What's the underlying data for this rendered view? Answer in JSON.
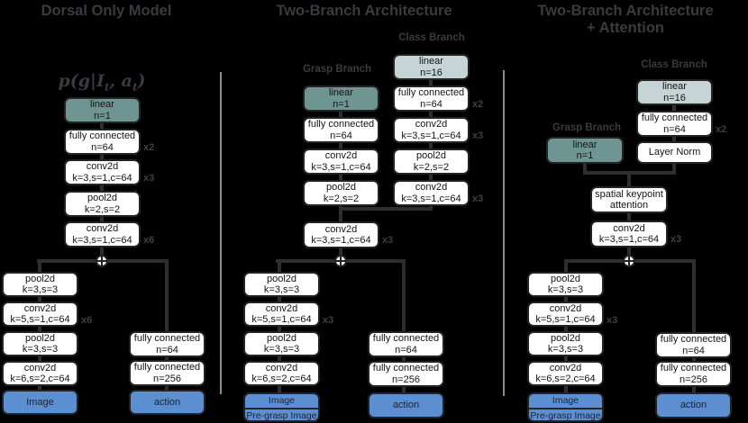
{
  "colors": {
    "background": "#000000",
    "box_fill": "#ffffff",
    "box_border": "#232323",
    "grasp_output_fill": "#6e9591",
    "class_output_fill": "#c7d4d6",
    "input_fill": "#5b8fd2",
    "heading_text": "#3a3a40",
    "connector": "#2e2e2e",
    "divider": "#8c8c8c"
  },
  "dorsal": {
    "title": "Dorsal Only Model",
    "formula": {
      "p1": "p(g|I",
      "s1": "t",
      "p2": ", a",
      "s2": "t",
      "p3": ")"
    },
    "main": [
      {
        "name": "linear",
        "params": "n=1"
      },
      {
        "name": "fully connected",
        "params": "n=64",
        "rep": "x2"
      },
      {
        "name": "conv2d",
        "params": "k=3,s=1,c=64",
        "rep": "x3"
      },
      {
        "name": "pool2d",
        "params": "k=2,s=2"
      },
      {
        "name": "conv2d",
        "params": "k=3,s=1,c=64",
        "rep": "x6"
      }
    ],
    "image_branch": [
      {
        "name": "pool2d",
        "params": "k=3,s=3"
      },
      {
        "name": "conv2d",
        "params": "k=5,s=1,c=64",
        "rep": "x6"
      },
      {
        "name": "pool2d",
        "params": "k=3,s=3"
      },
      {
        "name": "conv2d",
        "params": "k=6,s=2,c=64"
      }
    ],
    "image_input": "Image",
    "action_branch": [
      {
        "name": "fully connected",
        "params": "n=64"
      },
      {
        "name": "fully connected",
        "params": "n=256"
      }
    ],
    "action_input": "action"
  },
  "two_branch": {
    "title": "Two-Branch Architecture",
    "grasp_label": "Grasp Branch",
    "class_label": "Class Branch",
    "grasp_branch": [
      {
        "name": "linear",
        "params": "n=1"
      },
      {
        "name": "fully connected",
        "params": "n=64"
      },
      {
        "name": "conv2d",
        "params": "k=3,s=1,c=64"
      },
      {
        "name": "pool2d",
        "params": "k=2,s=2"
      }
    ],
    "class_branch": [
      {
        "name": "linear",
        "params": "n=16"
      },
      {
        "name": "fully connected",
        "params": "n=64",
        "rep": "x2"
      },
      {
        "name": "conv2d",
        "params": "k=3,s=1,c=64",
        "rep": "x3"
      },
      {
        "name": "pool2d",
        "params": "k=2,s=2"
      },
      {
        "name": "conv2d",
        "params": "k=3,s=1,c=64",
        "rep": "x3"
      }
    ],
    "trunk": {
      "name": "conv2d",
      "params": "k=3,s=1,c=64",
      "rep": "x3"
    },
    "image_branch": [
      {
        "name": "pool2d",
        "params": "k=3,s=3"
      },
      {
        "name": "conv2d",
        "params": "k=5,s=1,c=64",
        "rep": "x3"
      },
      {
        "name": "pool2d",
        "params": "k=3,s=3"
      },
      {
        "name": "conv2d",
        "params": "k=6,s=2,c=64"
      }
    ],
    "image_inputs": [
      "Image",
      "Pre-grasp Image"
    ],
    "action_branch": [
      {
        "name": "fully connected",
        "params": "n=64"
      },
      {
        "name": "fully connected",
        "params": "n=256"
      }
    ],
    "action_input": "action"
  },
  "attention_model": {
    "title_line1": "Two-Branch Architecture",
    "title_line2": "+ Attention",
    "grasp_label": "Grasp Branch",
    "class_label": "Class Branch",
    "grasp_branch": [
      {
        "name": "linear",
        "params": "n=1"
      }
    ],
    "class_branch": [
      {
        "name": "linear",
        "params": "n=16"
      },
      {
        "name": "fully connected",
        "params": "n=64",
        "rep": "x2"
      },
      {
        "name": "Layer Norm",
        "params": ""
      }
    ],
    "attention_block": {
      "name": "spatial keypoint",
      "params": "attention"
    },
    "trunk": {
      "name": "conv2d",
      "params": "k=3,s=1,c=64",
      "rep": "x3"
    },
    "image_branch": [
      {
        "name": "pool2d",
        "params": "k=3,s=3"
      },
      {
        "name": "conv2d",
        "params": "k=5,s=1,c=64",
        "rep": "x3"
      },
      {
        "name": "pool2d",
        "params": "k=3,s=3"
      },
      {
        "name": "conv2d",
        "params": "k=6,s=2,c=64"
      }
    ],
    "image_inputs": [
      "Image",
      "Pre-grasp Image"
    ],
    "action_branch": [
      {
        "name": "fully connected",
        "params": "n=64"
      },
      {
        "name": "fully connected",
        "params": "n=256"
      }
    ],
    "action_input": "action"
  }
}
